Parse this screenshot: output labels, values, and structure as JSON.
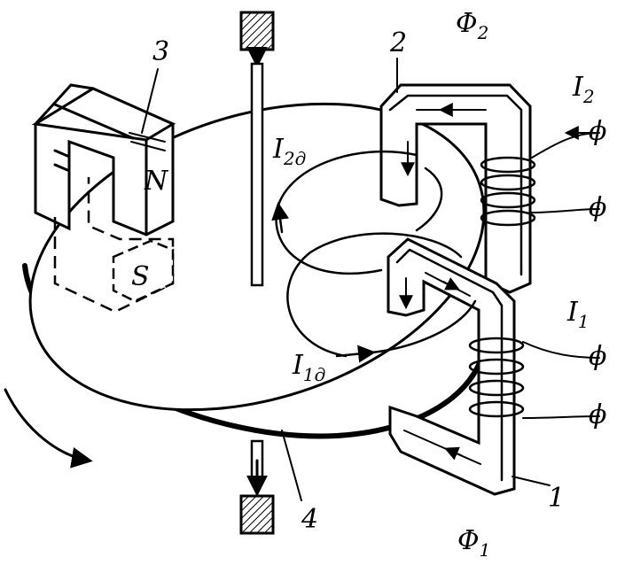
{
  "labels": {
    "part_3": "3",
    "part_2": "2",
    "part_4": "4",
    "part_1": "1",
    "pole_north": "N",
    "pole_south": "S",
    "flux_2": "Φ",
    "flux_2_sub": "2",
    "flux_1": "Φ",
    "flux_1_sub": "1",
    "current_2": "I",
    "current_2_sub": "2",
    "current_1": "I",
    "current_1_sub": "1",
    "eddy_2": "I",
    "eddy_2_sub": "2д",
    "eddy_1": "I",
    "eddy_1_sub": "1д",
    "terminal": "ϕ"
  }
}
